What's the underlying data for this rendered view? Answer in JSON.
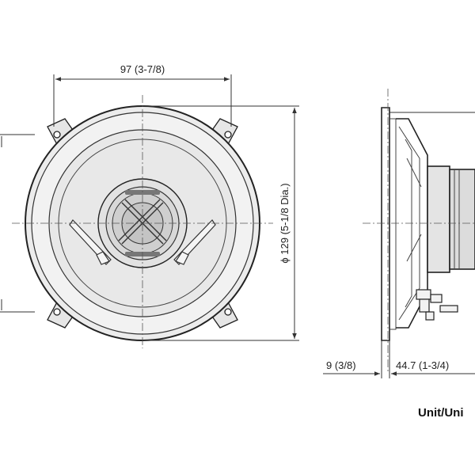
{
  "dimensions": {
    "width_label": "97 (3-7/8)",
    "diameter_label": "ϕ 129 (5-1/8 Dia.)",
    "flange_label": "9 (3/8)",
    "depth_label": "44.7 (1-3/4)"
  },
  "unit_label": "Unit/Uni",
  "colors": {
    "line": "#222222",
    "face": "#eeeeee",
    "background": "#ffffff"
  }
}
